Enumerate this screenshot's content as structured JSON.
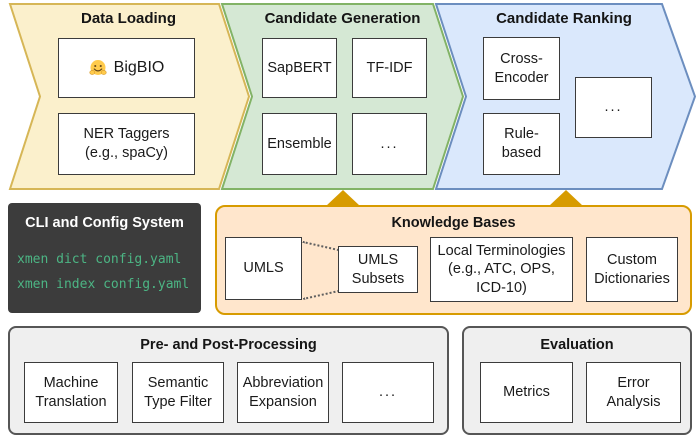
{
  "colors": {
    "yellow-fill": "#FBF0CC",
    "yellow-stroke": "#D6B656",
    "green-fill": "#D5E8D4",
    "green-stroke": "#82B366",
    "blue-fill": "#DAE8FC",
    "blue-stroke": "#6C8EBF",
    "orange-fill": "#FFE6CC",
    "orange-stroke": "#D79B00",
    "gray-fill": "#EFEFEF",
    "gray-stroke": "#565656",
    "dark-fill": "#3C3C3C",
    "terminal-green": "#4CB584",
    "node-border": "#3B3B3B"
  },
  "stages": {
    "data_loading": {
      "title": "Data Loading",
      "bigbio": "BigBIO",
      "ner_taggers": "NER Taggers\n(e.g., spaCy)"
    },
    "candidate_generation": {
      "title": "Candidate Generation",
      "sapbert": "SapBERT",
      "tfidf": "TF-IDF",
      "ensemble": "Ensemble",
      "more": "..."
    },
    "candidate_ranking": {
      "title": "Candidate Ranking",
      "cross_encoder": "Cross-\nEncoder",
      "rule_based": "Rule-\nbased",
      "more": "..."
    }
  },
  "cli": {
    "title": "CLI and Config System",
    "commands": [
      "xmen dict config.yaml",
      "xmen index config.yaml"
    ]
  },
  "knowledge_bases": {
    "title": "Knowledge Bases",
    "umls": "UMLS",
    "umls_subsets": "UMLS\nSubsets",
    "local_terminologies": "Local Terminologies\n(e.g., ATC, OPS,\nICD-10)",
    "custom_dictionaries": "Custom\nDictionaries"
  },
  "preprocessing": {
    "title": "Pre- and Post-Processing",
    "machine_translation": "Machine\nTranslation",
    "semantic_type_filter": "Semantic\nType Filter",
    "abbreviation_expansion": "Abbreviation\nExpansion",
    "more": "..."
  },
  "evaluation": {
    "title": "Evaluation",
    "metrics": "Metrics",
    "error_analysis": "Error\nAnalysis"
  }
}
